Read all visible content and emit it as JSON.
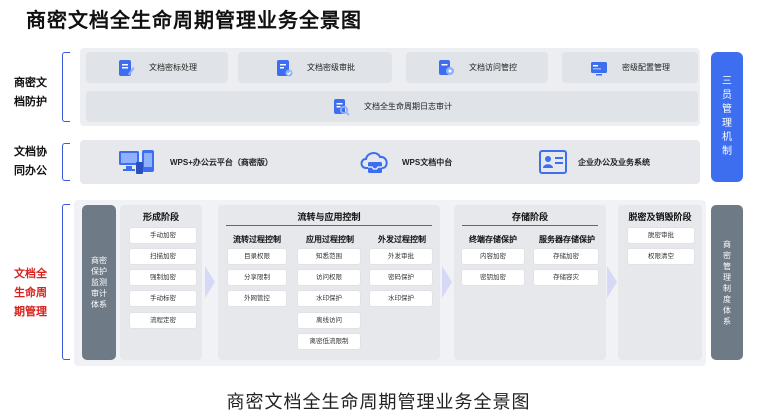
{
  "title": "商密文档全生命周期管理业务全景图",
  "caption": "商密文档全生命周期管理业务全景图",
  "colors": {
    "accent": "#3a5bd9",
    "side_blue": "#3d6ef0",
    "side_gray": "#6f7a87",
    "danger": "#d8231e"
  },
  "rows": {
    "protection": {
      "label_line1": "商密文",
      "label_line2": "档防护",
      "items": [
        {
          "label": "文档密标处理",
          "icon": "edit-doc-icon"
        },
        {
          "label": "文档密级审批",
          "icon": "approval-doc-icon"
        },
        {
          "label": "文档访问管控",
          "icon": "access-control-icon"
        },
        {
          "label": "密级配置管理",
          "icon": "config-screen-icon"
        }
      ],
      "audit": {
        "label": "文档全生命周期日志审计",
        "icon": "log-search-icon"
      }
    },
    "collab": {
      "label_line1": "文档协",
      "label_line2": "同办公",
      "items": [
        {
          "label": "WPS+办公云平台（商密版）",
          "icon": "devices-icon"
        },
        {
          "label": "WPS文档中台",
          "icon": "cloud-inbox-icon"
        },
        {
          "label": "企业办公及业务系统",
          "icon": "id-card-icon"
        }
      ]
    },
    "lifecycle": {
      "label_line1": "文档全",
      "label_line2": "生命周",
      "label_line3": "期管理",
      "left_col": "商密保护监测审计体系",
      "right_col": "商密管理制度体系",
      "stages": [
        {
          "title": "形成阶段",
          "items": [
            "手动加密",
            "扫描加密",
            "强制加密",
            "手动标密",
            "流程定密"
          ]
        },
        {
          "title": "流转与应用控制",
          "groups": [
            {
              "title": "流转过程控制",
              "items": [
                "目录权限",
                "分享限制",
                "外网管控"
              ]
            },
            {
              "title": "应用过程控制",
              "items": [
                "知悉范围",
                "访问权限",
                "水印保护",
                "离线访问",
                "离密低流限制"
              ]
            },
            {
              "title": "外发过程控制",
              "items": [
                "外发审批",
                "密码保护",
                "水印保护"
              ]
            }
          ]
        },
        {
          "title": "存储阶段",
          "groups": [
            {
              "title": "终端存储保护",
              "items": [
                "内容加密",
                "密钥加密"
              ]
            },
            {
              "title": "服务器存储保护",
              "items": [
                "存储加密",
                "存储容灾"
              ]
            }
          ]
        },
        {
          "title": "脱密及销毁阶段",
          "items": [
            "脱密审批",
            "权限清空"
          ]
        }
      ]
    }
  },
  "sidebar_top": "三员管理机制"
}
